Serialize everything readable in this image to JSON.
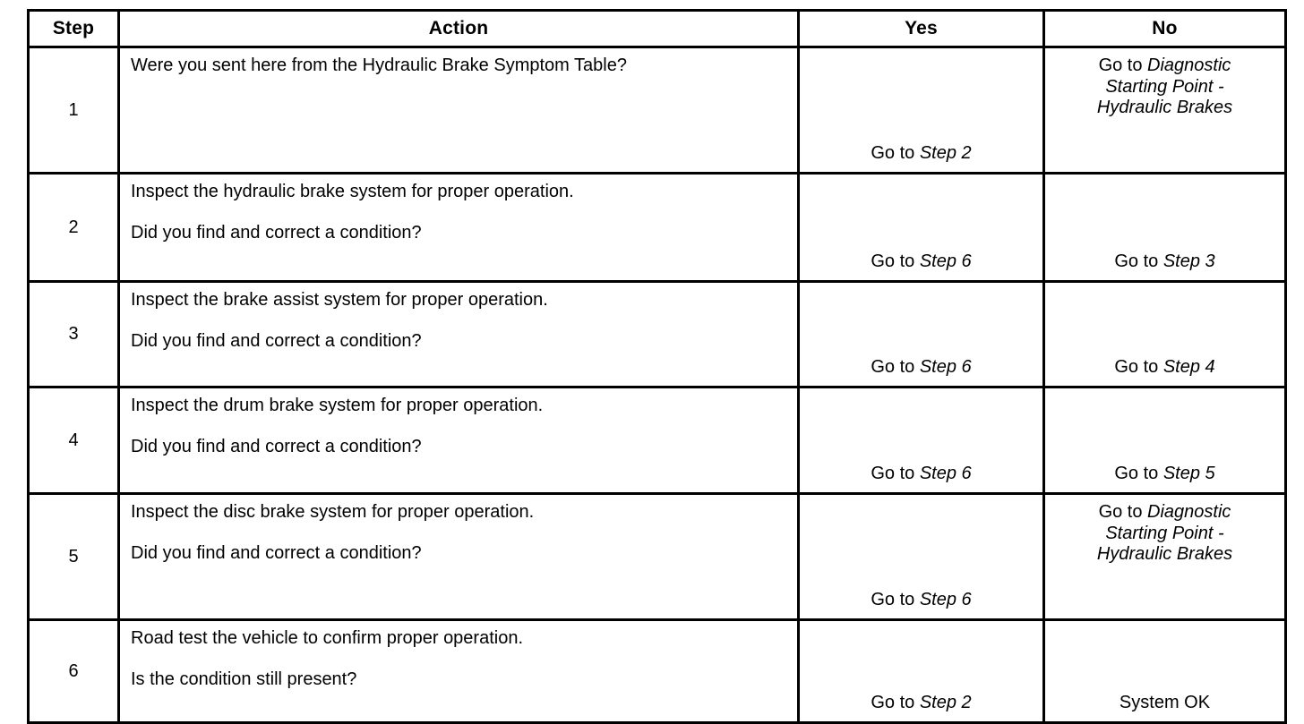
{
  "table": {
    "headers": {
      "step": "Step",
      "action": "Action",
      "yes": "Yes",
      "no": "No"
    },
    "rows": [
      {
        "step": "1",
        "action_primary": "Were you sent here from the Hydraulic Brake Symptom Table?",
        "action_question": "",
        "yes_prefix": "Go to ",
        "yes_target": "Step 2",
        "no_prefix": "Go to ",
        "no_target_line1": "Diagnostic",
        "no_target_line2": "Starting Point -",
        "no_target_line3": "Hydraulic Brakes",
        "yes_align": "bottom",
        "no_align": "top"
      },
      {
        "step": "2",
        "action_primary": "Inspect the hydraulic brake system for proper operation.",
        "action_question": "Did you find and correct a condition?",
        "yes_prefix": "Go to ",
        "yes_target": "Step 6",
        "no_prefix": "Go to ",
        "no_target_line1": "Step 3",
        "no_target_line2": "",
        "no_target_line3": "",
        "yes_align": "bottom",
        "no_align": "bottom"
      },
      {
        "step": "3",
        "action_primary": "Inspect the brake assist system for proper operation.",
        "action_question": "Did you find and correct a condition?",
        "yes_prefix": "Go to ",
        "yes_target": "Step 6",
        "no_prefix": "Go to ",
        "no_target_line1": "Step 4",
        "no_target_line2": "",
        "no_target_line3": "",
        "yes_align": "bottom",
        "no_align": "bottom"
      },
      {
        "step": "4",
        "action_primary": "Inspect the drum brake system for proper operation.",
        "action_question": "Did you find and correct a condition?",
        "yes_prefix": "Go to ",
        "yes_target": "Step 6",
        "no_prefix": "Go to ",
        "no_target_line1": "Step 5",
        "no_target_line2": "",
        "no_target_line3": "",
        "yes_align": "bottom",
        "no_align": "bottom"
      },
      {
        "step": "5",
        "action_primary": "Inspect the disc brake system for proper operation.",
        "action_question": "Did you find and correct a condition?",
        "yes_prefix": "Go to ",
        "yes_target": "Step 6",
        "no_prefix": "Go to ",
        "no_target_line1": "Diagnostic",
        "no_target_line2": "Starting Point -",
        "no_target_line3": "Hydraulic Brakes",
        "yes_align": "bottom",
        "no_align": "top"
      },
      {
        "step": "6",
        "action_primary": "Road test the vehicle to confirm proper operation.",
        "action_question": "Is the condition still present?",
        "yes_prefix": "Go to ",
        "yes_target": "Step 2",
        "no_prefix": "",
        "no_target_line1": "System OK",
        "no_target_line2": "",
        "no_target_line3": "",
        "yes_align": "bottom",
        "no_align": "bottom",
        "no_italic": false
      }
    ]
  }
}
